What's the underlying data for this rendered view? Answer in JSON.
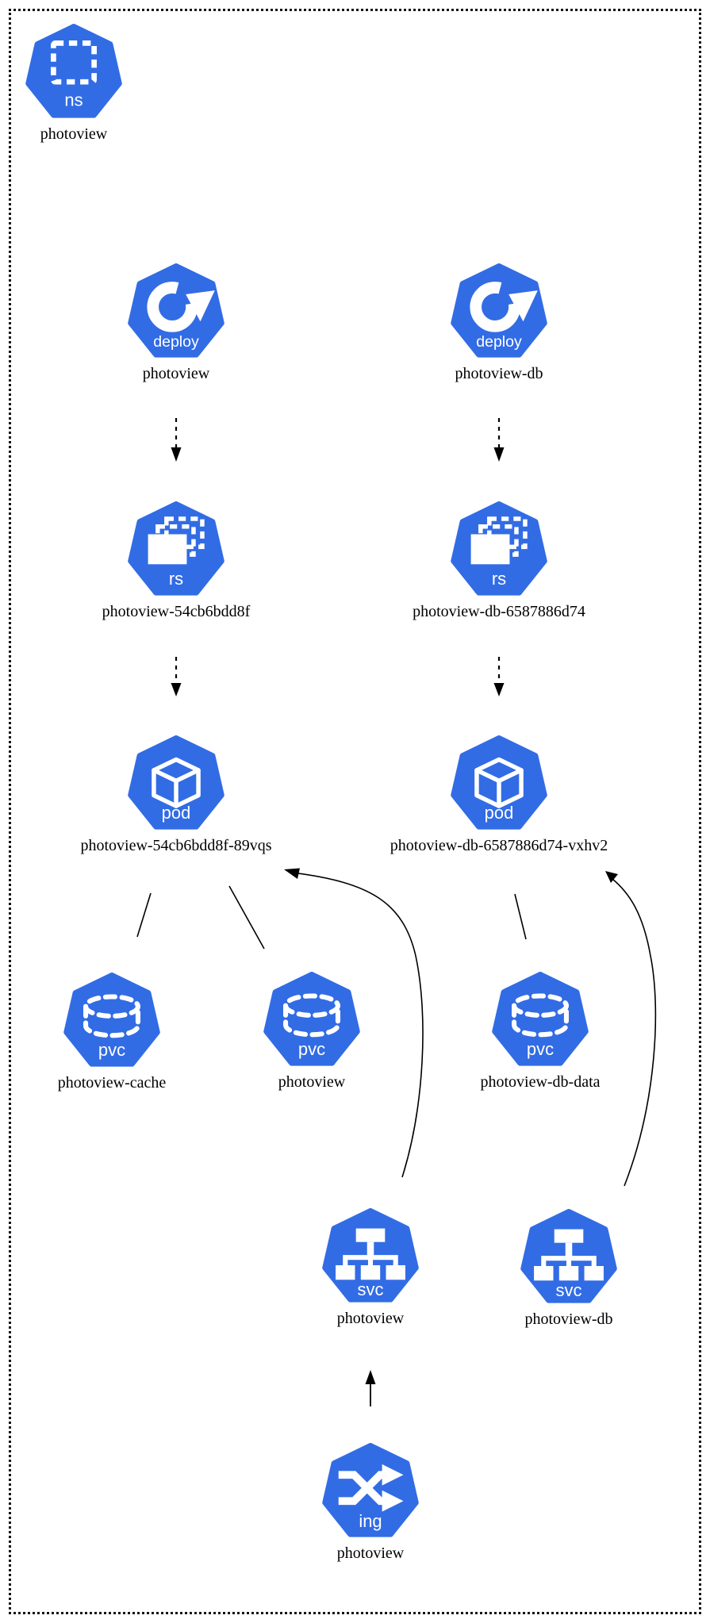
{
  "diagram": {
    "type": "kubernetes-resource-diagram",
    "namespace": "photoview",
    "accent_color": "#326CE5",
    "icon_text_color": "#ffffff",
    "label_color": "#000000",
    "boundary_style": "dotted"
  },
  "nodes": [
    {
      "kind": "ns",
      "label": "photoview"
    },
    {
      "kind": "deploy",
      "label": "photoview"
    },
    {
      "kind": "deploy",
      "label": "photoview-db"
    },
    {
      "kind": "rs",
      "label": "photoview-54cb6bdd8f"
    },
    {
      "kind": "rs",
      "label": "photoview-db-6587886d74"
    },
    {
      "kind": "pod",
      "label": "photoview-54cb6bdd8f-89vqs"
    },
    {
      "kind": "pod",
      "label": "photoview-db-6587886d74-vxhv2"
    },
    {
      "kind": "pvc",
      "label": "photoview-cache"
    },
    {
      "kind": "pvc",
      "label": "photoview"
    },
    {
      "kind": "pvc",
      "label": "photoview-db-data"
    },
    {
      "kind": "svc",
      "label": "photoview"
    },
    {
      "kind": "svc",
      "label": "photoview-db"
    },
    {
      "kind": "ing",
      "label": "photoview"
    }
  ],
  "edges": [
    {
      "from": "deploy/photoview",
      "to": "rs/photoview-54cb6bdd8f",
      "style": "dashed-arrow"
    },
    {
      "from": "deploy/photoview-db",
      "to": "rs/photoview-db-6587886d74",
      "style": "dashed-arrow"
    },
    {
      "from": "rs/photoview-54cb6bdd8f",
      "to": "pod/photoview-54cb6bdd8f-89vqs",
      "style": "dashed-arrow"
    },
    {
      "from": "rs/photoview-db-6587886d74",
      "to": "pod/photoview-db-6587886d74-vxhv2",
      "style": "dashed-arrow"
    },
    {
      "from": "pod/photoview-54cb6bdd8f-89vqs",
      "to": "pvc/photoview-cache",
      "style": "line"
    },
    {
      "from": "pod/photoview-54cb6bdd8f-89vqs",
      "to": "pvc/photoview",
      "style": "line"
    },
    {
      "from": "pod/photoview-db-6587886d74-vxhv2",
      "to": "pvc/photoview-db-data",
      "style": "line"
    },
    {
      "from": "svc/photoview",
      "to": "pod/photoview-54cb6bdd8f-89vqs",
      "style": "curved-arrow"
    },
    {
      "from": "svc/photoview-db",
      "to": "pod/photoview-db-6587886d74-vxhv2",
      "style": "curved-arrow"
    },
    {
      "from": "ing/photoview",
      "to": "svc/photoview",
      "style": "solid-arrow"
    }
  ]
}
